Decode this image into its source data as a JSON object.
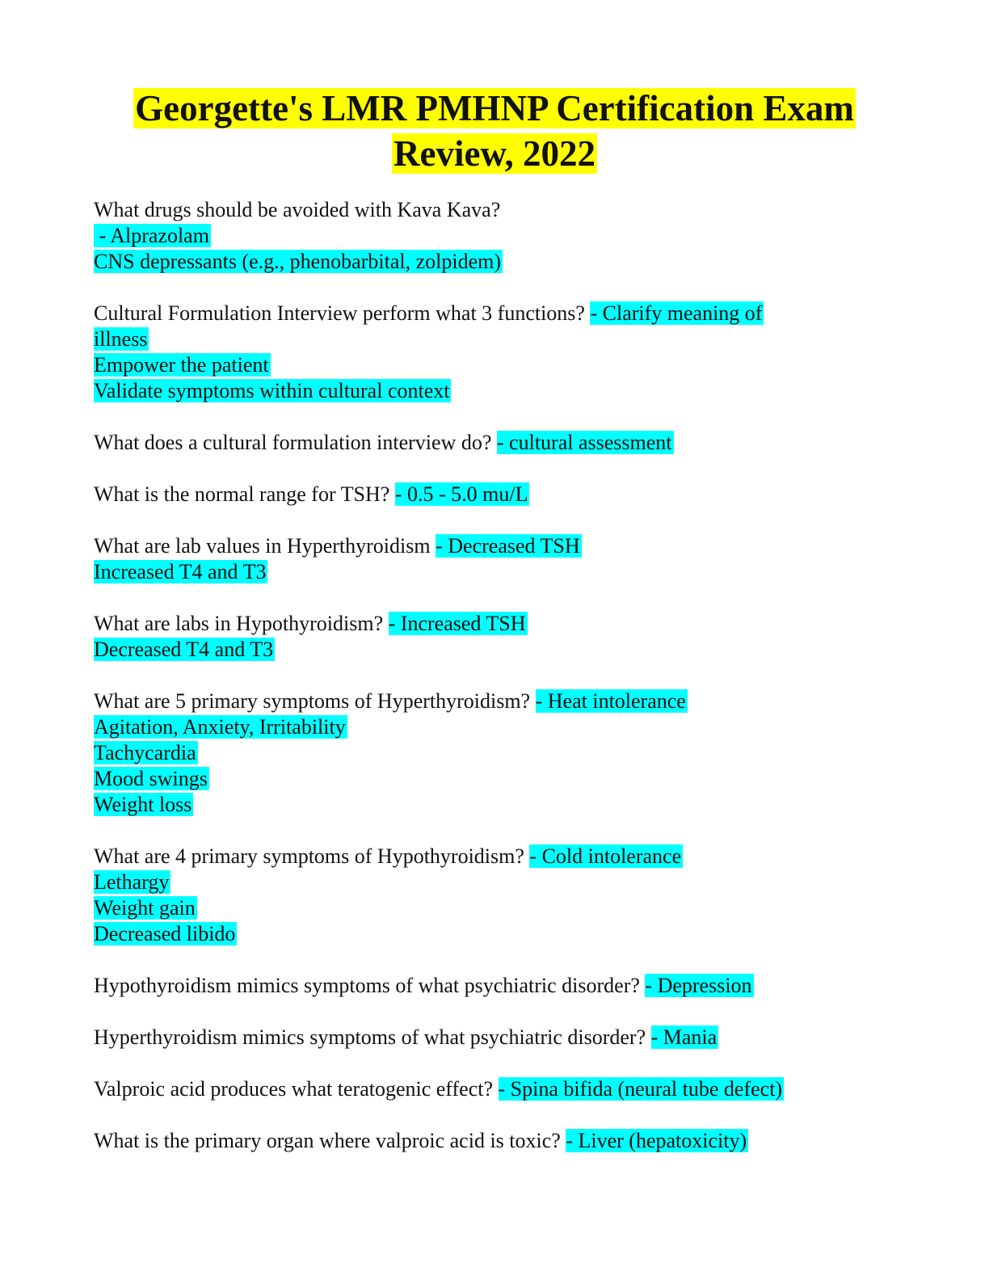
{
  "document": {
    "title_line1": "Georgette's LMR PMHNP Certification Exam",
    "title_line2": "Review, 2022",
    "highlight_colors": {
      "title": "#ffff00",
      "answers": "#00ffff"
    }
  },
  "qa": [
    {
      "q": "What drugs should be avoided with Kava Kava?",
      "a_lines": [
        " - Alprazolam",
        "CNS depressants (e.g., phenobarbital, zolpidem)"
      ]
    },
    {
      "q": "Cultural Formulation Interview perform what 3 functions? ",
      "a_inline": "- Clarify meaning of",
      "a_lines": [
        "illness",
        "Empower the patient",
        "Validate symptoms within cultural context"
      ]
    },
    {
      "q": "What does a cultural formulation interview do? ",
      "a_inline": "- cultural assessment"
    },
    {
      "q": "What is the normal range for TSH? ",
      "a_inline": "- 0.5 - 5.0 mu/L"
    },
    {
      "q": "What are lab values in Hyperthyroidism ",
      "a_inline": "- Decreased TSH",
      "a_lines": [
        "Increased T4 and T3"
      ]
    },
    {
      "q": "What are labs in Hypothyroidism? ",
      "a_inline": "- Increased TSH",
      "a_lines": [
        "Decreased T4 and T3"
      ]
    },
    {
      "q": "What are 5 primary symptoms of Hyperthyroidism? ",
      "a_inline": "- Heat intolerance",
      "a_lines": [
        "Agitation, Anxiety, Irritability",
        "Tachycardia",
        "Mood swings",
        "Weight loss"
      ]
    },
    {
      "q": "What are 4 primary symptoms of Hypothyroidism? ",
      "a_inline": "- Cold intolerance",
      "a_lines": [
        "Lethargy",
        "Weight gain",
        "Decreased libido"
      ]
    },
    {
      "q": "Hypothyroidism mimics symptoms of what psychiatric disorder? ",
      "a_inline": "- Depression"
    },
    {
      "q": "Hyperthyroidism mimics symptoms of what psychiatric disorder? ",
      "a_inline": "- Mania"
    },
    {
      "q": "Valproic acid produces what teratogenic effect? ",
      "a_inline": "- Spina bifida (neural tube defect)"
    },
    {
      "q": "What is the primary organ where valproic acid is toxic? ",
      "a_inline": "- Liver (hepatoxicity)"
    }
  ]
}
